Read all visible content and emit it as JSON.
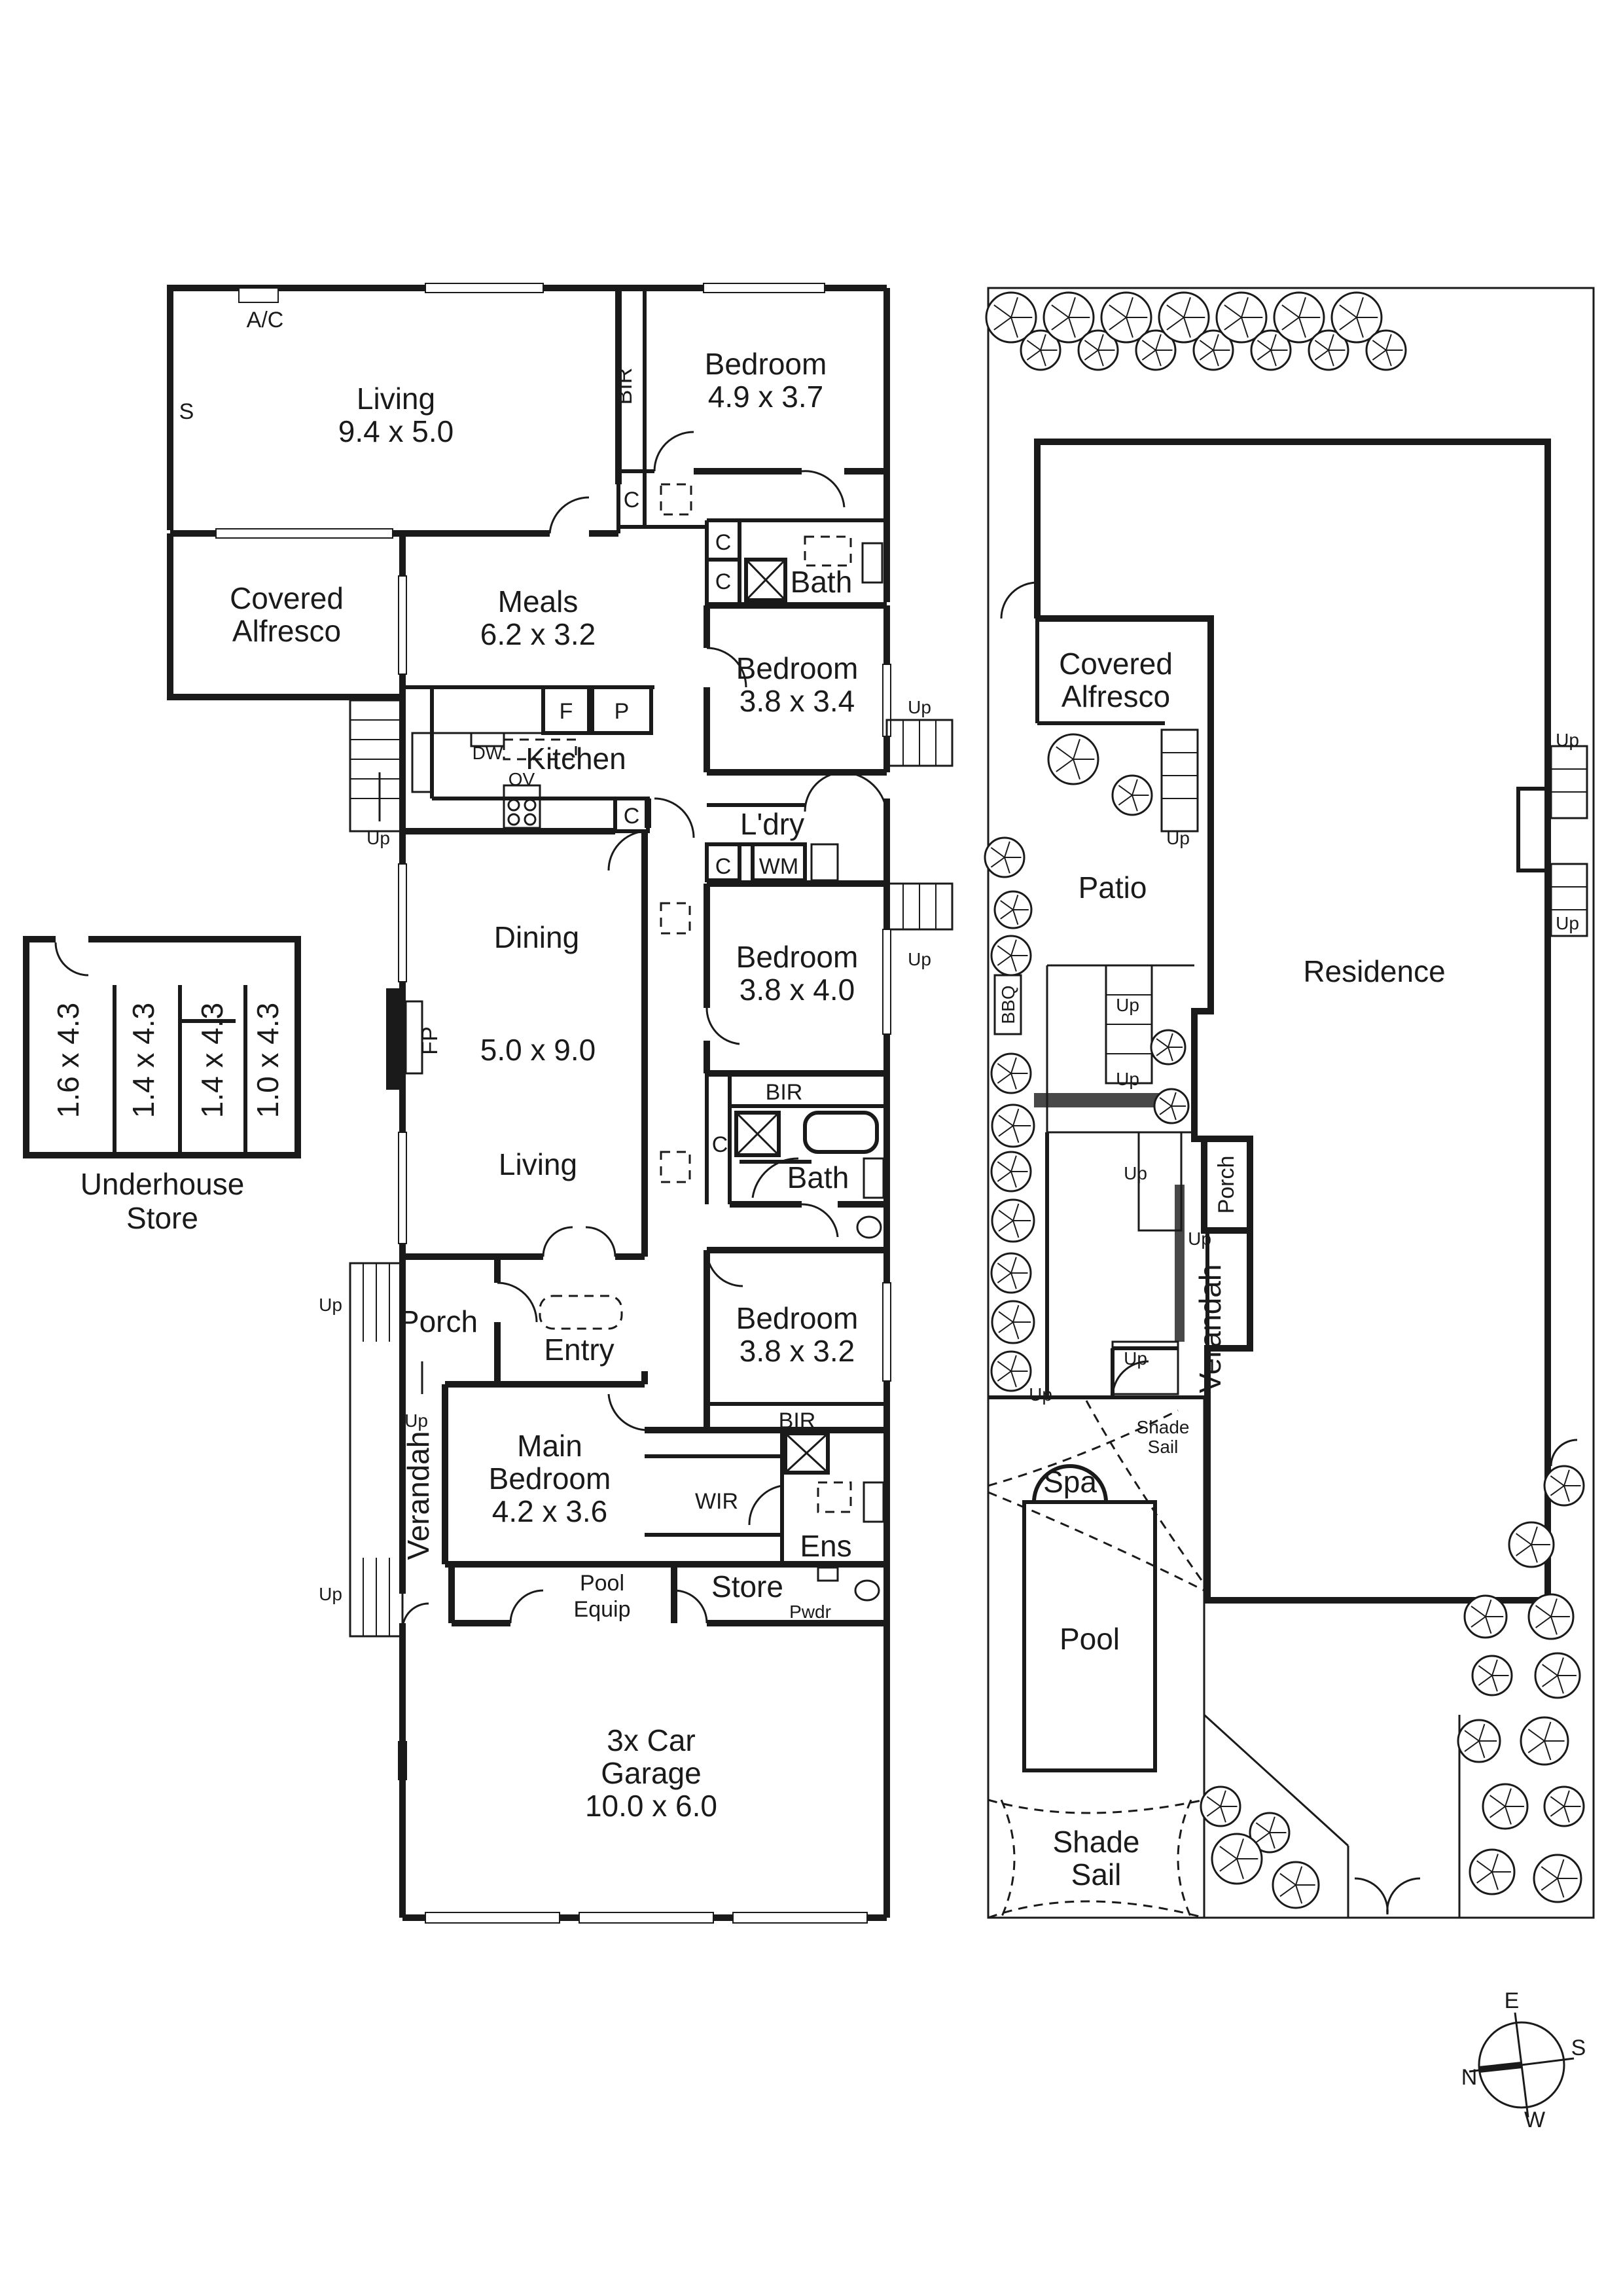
{
  "floor_plan": {
    "living": {
      "name": "Living",
      "size": "9.4 x 5.0"
    },
    "ac": "A/C",
    "s": "S",
    "bir_top": "BIR",
    "bedroom1": {
      "name": "Bedroom",
      "size": "4.9 x 3.7"
    },
    "c1": "C",
    "c2": "C",
    "c3": "C",
    "bath1": "Bath",
    "covered_alfresco": {
      "line1": "Covered",
      "line2": "Alfresco"
    },
    "meals": {
      "name": "Meals",
      "size": "6.2 x 3.2"
    },
    "bedroom2": {
      "name": "Bedroom",
      "size": "3.8 x 3.4"
    },
    "f": "F",
    "p": "P",
    "dw": "DW",
    "kitchen": "Kitchen",
    "ov": "OV",
    "c4": "C",
    "laundry": "L'dry",
    "c5": "C",
    "wm": "WM",
    "up_kitchen": "Up",
    "up_right1": "Up",
    "up_right2": "Up",
    "dining": "Dining",
    "dining_living_size": "5.0 x 9.0",
    "fp": "FP",
    "living2": "Living",
    "bedroom3": {
      "name": "Bedroom",
      "size": "3.8 x 4.0"
    },
    "bir_mid": "BIR",
    "c6": "C",
    "bath2": "Bath",
    "porch": "Porch",
    "entry": "Entry",
    "up_porch": "Up",
    "up_porch2": "Up",
    "bedroom4": {
      "name": "Bedroom",
      "size": "3.8 x 3.2"
    },
    "bir_low": "BIR",
    "main_bedroom": {
      "line1": "Main",
      "line2": "Bedroom",
      "size": "4.2 x 3.6"
    },
    "wir": "WIR",
    "ens": "Ens",
    "verandah": "Verandah",
    "up_verandah": "Up",
    "pool_equip": {
      "line1": "Pool",
      "line2": "Equip"
    },
    "store": "Store",
    "pwdr": "Pwdr",
    "garage": {
      "line1": "3x Car",
      "line2": "Garage",
      "size": "10.0 x 6.0"
    }
  },
  "underhouse": {
    "sizes": [
      "1.6 x 4.3",
      "1.4 x 4.3",
      "1.4 x 4.3",
      "1.0 x 4.3"
    ],
    "label_line1": "Underhouse",
    "label_line2": "Store"
  },
  "site_plan": {
    "covered_alfresco": {
      "line1": "Covered",
      "line2": "Alfresco"
    },
    "patio": "Patio",
    "residence": "Residence",
    "bbq": "BBQ",
    "porch": "Porch",
    "verandah": "Verandah",
    "spa": "Spa",
    "pool": "Pool",
    "shade_sail_small": {
      "line1": "Shade",
      "line2": "Sail"
    },
    "shade_sail_large": {
      "line1": "Shade",
      "line2": "Sail"
    },
    "up_labels": [
      "Up",
      "Up",
      "Up",
      "Up",
      "Up",
      "Up",
      "Up",
      "Up",
      "Up"
    ]
  },
  "compass": {
    "e": "E",
    "s": "S",
    "w": "W",
    "n": "N"
  }
}
